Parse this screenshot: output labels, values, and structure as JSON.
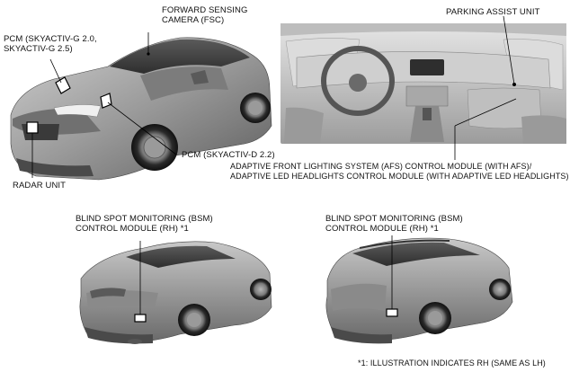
{
  "labels": {
    "fsc": [
      "FORWARD SENSING",
      "CAMERA (FSC)"
    ],
    "pcm_g": [
      "PCM (SKYACTIV-G 2.0,",
      "SKYACTIV-G 2.5)"
    ],
    "parking": [
      "PARKING ASSIST UNIT"
    ],
    "pcm_d": [
      "PCM (SKYACTIV-D 2.2)"
    ],
    "afs": [
      "ADAPTIVE FRONT LIGHTING SYSTEM (AFS) CONTROL MODULE (WITH AFS)/",
      "ADAPTIVE LED HEADLIGHTS CONTROL MODULE (WITH ADAPTIVE LED HEADLIGHTS)"
    ],
    "radar": [
      "RADAR UNIT"
    ],
    "bsm_left": [
      "BLIND SPOT MONITORING (BSM)",
      "CONTROL MODULE (RH) *1"
    ],
    "bsm_right": [
      "BLIND SPOT MONITORING (BSM)",
      "CONTROL MODULE (RH) *1"
    ],
    "footnote": [
      "*1: ILLUSTRATION INDICATES RH (SAME AS LH)"
    ]
  }
}
